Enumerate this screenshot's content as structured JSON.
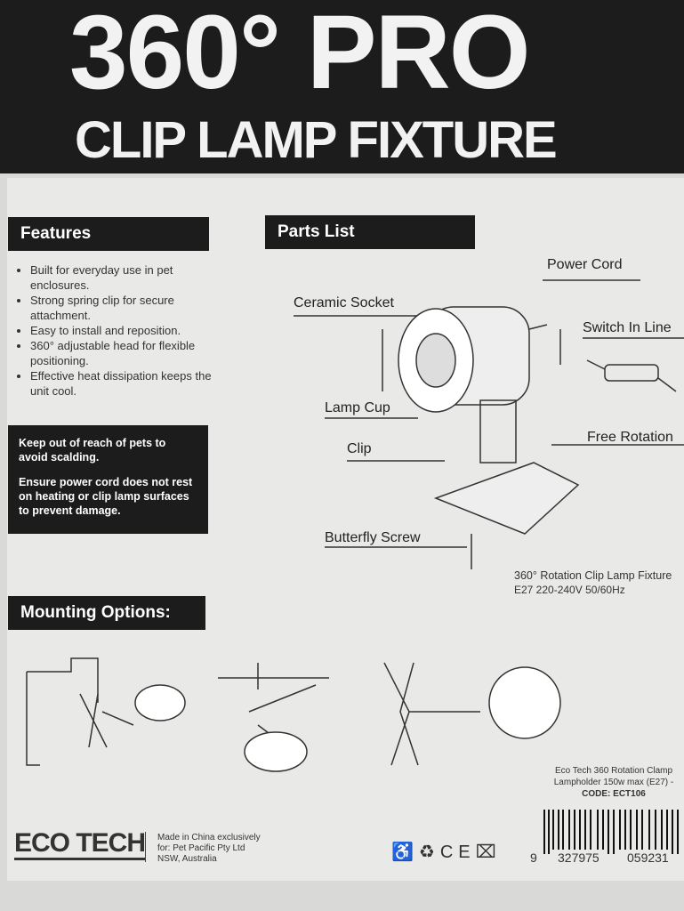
{
  "title": {
    "line1": "360° PRO",
    "line2": "CLIP LAMP FIXTURE"
  },
  "features": {
    "heading": "Features",
    "items": [
      "Built for everyday use in pet enclosures.",
      "Strong spring clip for secure attachment.",
      "Easy to install and reposition.",
      "360° adjustable head for flexible positioning.",
      "Effective heat dissipation keeps the unit cool."
    ]
  },
  "warning": [
    "Keep out of reach of pets to avoid scalding.",
    "Ensure power cord does not rest on heating or clip lamp surfaces to prevent damage."
  ],
  "parts": {
    "heading": "Parts List",
    "labels": {
      "power_cord": "Power Cord",
      "ceramic_socket": "Ceramic Socket",
      "switch": "Switch In Line",
      "lamp_cup": "Lamp Cup",
      "free_rotation": "Free Rotation",
      "clip": "Clip",
      "butterfly_screw": "Butterfly Screw"
    },
    "caption1": "360° Rotation Clip Lamp Fixture",
    "caption2": "E27 220-240V 50/60Hz"
  },
  "mounting": {
    "heading": "Mounting Options:"
  },
  "product": {
    "line1": "Eco Tech 360 Rotation Clamp",
    "line2": "Lampholder 150w max (E27) -",
    "code": "CODE: ECT106"
  },
  "brand": {
    "logo": "ECO TECH",
    "made1": "Made in China exclusively",
    "made2": "for: Pet Pacific Pty Ltd",
    "made3": "NSW, Australia"
  },
  "barcode": {
    "d1": "9",
    "d2": "327975",
    "d3": "059231"
  },
  "symbols": [
    "tidyman-icon",
    "recycle-icon",
    "ce-mark",
    "weee-bin-icon"
  ]
}
